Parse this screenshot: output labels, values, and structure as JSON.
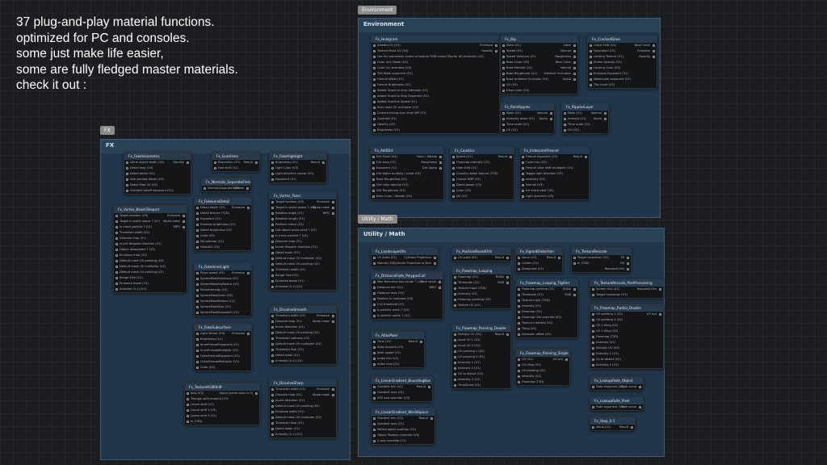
{
  "intro": [
    "37 plug-and-play material functions.",
    "optimized for PC and consoles.",
    "some just make life easier,",
    "some are fully fledged master materials.",
    "check it out :"
  ],
  "tags": {
    "environment": "Environment",
    "fx": "FX",
    "utility": "Utility / Math"
  },
  "comments": {
    "environment": "Environment",
    "fx": "FX",
    "utility": "Utility / Math"
  },
  "nodes": [
    {
      "title": "Fx_Hologram",
      "inputs": [
        "Albedo(V3) (V3)",
        "Texture Mask UV (V4)",
        "Use Inv parameter colors or texture RGB colors (Tag for all channels) (V1)",
        "Color (Inv) Mask (V3)",
        "Color Inv seamless (V4)",
        "Tint Mask exponent (V1)",
        "Fresnel offset (V1)",
        "Fresnel Brightness (V1)",
        "Added Scanline Strip Intensity (V1)",
        "Added Scanline Strip Exponent (V1)",
        "Added Scanline Speed (V1)",
        "Scan lines UV multiplier (V2)",
        "Camera facing scan from WP (V1)",
        "Contrast (V1)",
        "Opacity (V1)",
        "Brightness (V1)"
      ],
      "outputs": [
        "Emissive",
        "Opacity"
      ]
    },
    {
      "title": "Fx_Dip",
      "inputs": [
        "Mask (V1)",
        "Speed (V1)",
        "Speed Variance (V1)",
        "Base Color (V3)",
        "Base Metallic (V1)",
        "Base Roughness (V1)",
        "Base Ambient Occlusion (V1)",
        "UV (V2)",
        "Drips color (V3)"
      ],
      "outputs": [
        "Color",
        "Normal",
        "Roughness",
        "Base Color",
        "Normal",
        "Ambient Occlusion",
        "Alpha"
      ]
    },
    {
      "title": "Fx_CrackedGlass",
      "inputs": [
        "Crack Shift (V1)",
        "Saturation (V1)",
        "Lensing Texture (V1)",
        "Sheen Opacity (V1)",
        "Lensing Color (V3)",
        "Emissive Exponent (V1)",
        "Watercolor exponent (V1)",
        "Tile count (V2)"
      ],
      "outputs": [
        "Base Color",
        "Emissive",
        "Opacity"
      ]
    },
    {
      "title": "Fx_RainRipples",
      "inputs": [
        "Mask (V1)",
        "Intensity Scale (V1)",
        "Time scale (V1)",
        "UV (V2)"
      ],
      "outputs": [
        "Normal",
        "Alpha"
      ]
    },
    {
      "title": "Fx_RipplesLayer",
      "inputs": [
        "Mask (V1)",
        "Amount (V1)",
        "Time scale (V1)",
        "UV (V2)"
      ],
      "outputs": [
        "Normal",
        "Alpha"
      ]
    },
    {
      "title": "Fx_AddDirt",
      "inputs": [
        "Dirt Color (V3)",
        "Dirt map (V1)",
        "Exponent (V1)",
        "Dirt alpha multiply / mask (V1)",
        "Base Roughness (V1)",
        "Dirt color opacity (V1)",
        "Dirt Roughness (V1)",
        "Base Color / Albedo (V3)"
      ],
      "outputs": [
        "Color / Albedo",
        "Roughness",
        "Dirt Alpha"
      ]
    },
    {
      "title": "Fx_Caustics",
      "inputs": [
        "Speed (V1)",
        "Flowmap intensity (V1)",
        "Hide shift (V1)",
        "Caustics detail texture (T2D)",
        "Output HDR (V1)",
        "Detail power (V1)",
        "Color (V3)",
        "UV (V2)"
      ],
      "outputs": [
        "Result"
      ]
    },
    {
      "title": "Fx_IridescentFresnel",
      "inputs": [
        "Fresnel exponent (V1)",
        "Color hue (V1)",
        "Fresnel color shift multiplier (V1)",
        "Toggle light direction (V1)",
        "Intensity (V1)",
        "Normal (V3)",
        "Iris extra color (V3)",
        "Light direction (V3)"
      ],
      "outputs": [
        "Result"
      ]
    },
    {
      "title": "Fx_FakeVolumetric",
      "inputs": [
        "Value object depth (V1)",
        "Detail map (V3)",
        "Detail depth (V1)",
        "Add window detail (V2)",
        "Detail Map UV (V2)",
        "Gradient falloff exponent (V1)"
      ],
      "outputs": [
        "Density"
      ]
    },
    {
      "title": "Fx_Scanlines",
      "inputs": [
        "Resolution (V1)",
        "Hue shift (V1)"
      ],
      "outputs": [
        "Result"
      ]
    },
    {
      "title": "Fx_Normals_SeparateFresnel",
      "inputs": [
        "Normal(Separate) (V3)"
      ],
      "outputs": [
        "Normal"
      ]
    },
    {
      "title": "Fx_FakeHighlight",
      "inputs": [
        "Brightness (V1)",
        "Light Color (V3)",
        "Light direction vector (V3)",
        "Exponent (V1)"
      ],
      "outputs": [
        "Result"
      ]
    },
    {
      "title": "Fx_Vortex_BeamTeleport",
      "inputs": [
        "Target location (V3)",
        "Target in world space ? (V1)",
        "Is mesh particle ? (V1)",
        "Threshold width (V1)",
        "Dissolve map (V1)",
        "Invert dissolve direction (V1)",
        "Object disappears ? (V1)",
        "Emission map (V3)",
        "Default mask UV painting (V2)",
        "Default mask UV multiplier (V2)",
        "Default mask UV painting (V2)",
        "Range Size (V1)",
        "Emissive boost (V1)",
        "Animate (0-1) (V1)"
      ],
      "outputs": [
        "Emissive",
        "Alpha mask",
        "WPO"
      ]
    },
    {
      "title": "Fx_FakeLensDetail",
      "inputs": [
        "Detail depth (V1)",
        "Detail texture (T2D)",
        "Exponent (V1)",
        "Submap brightness (V1)",
        "Detail brightness (V1)",
        "Color (V3)",
        "No submap (V1)",
        "DetailUV (V2)"
      ],
      "outputs": [
        "Emissive"
      ]
    },
    {
      "title": "Fx_Vortex_Tears",
      "inputs": [
        "Target location (V3)",
        "Target in world space ? (V1)",
        "Rotation angle (V1)",
        "Rotation length (V1)",
        "Position radius (V1)",
        "Use object pivot point ? (V1)",
        "Is mesh particle ? (V1)",
        "Dissolve map (V1)",
        "Invert dissolve direction (V1)",
        "Detail mask (V1)",
        "Default mask UV multiplier (V2)",
        "Default mask UV painting (V2)",
        "Threshold width (V1)",
        "Range Size (V1)",
        "Emissive boost (V1)",
        "Animate (0-1) (V1)"
      ],
      "outputs": [
        "Emissive",
        "Alpha mask",
        "WPO"
      ]
    },
    {
      "title": "Fx_FakeInnerLight",
      "inputs": [
        "Pulse speed (V1)",
        "SphereMaskHardness (V1)",
        "SphereMaskingRadius (V1)",
        "PulseIntensity (V1)",
        "SphereMaskColor (V3)",
        "SphereMaskRadius (V1)",
        "SphereMaskSize (V1)",
        "SphereMaskExponent (V1)"
      ],
      "outputs": [
        "Emissive"
      ]
    },
    {
      "title": "Fx_DissolveSmooth",
      "inputs": [
        "Threshold width (V1)",
        "Dissolve map (V1)",
        "Invert direction (V1)",
        "Default mask UV painting (V2)",
        "Threshold softness (V1)",
        "Default mask UV multiplier (V2)",
        "Threshold Size (V1)",
        "Detail mask (V1)",
        "Animate (0-1) (V1)"
      ],
      "outputs": [
        "Emissive",
        "Alpha mask"
      ]
    },
    {
      "title": "Fx_FakeSubsurface",
      "inputs": [
        "Light Vector (V3)",
        "Brightness (V1)",
        "InnerFresnelExponent (V1)",
        "InnerFresnelMultiplier (V1)",
        "OuterFresnelExponent (V1)",
        "OuterFresnelMultiplier (V1)",
        "Color (V3)"
      ],
      "outputs": [
        "Emissive"
      ]
    },
    {
      "title": "Fx_DissolveSharp",
      "inputs": [
        "Threshold width (V1)",
        "Dissolve map (V1)",
        "Invert direction (V1)",
        "Default mask UV painting (V2)",
        "Emissive width (V1)",
        "Default mask UV multiplier (V2)",
        "Threshold Size (V1)",
        "Detail mask (V1)",
        "Animate (0-1) (V1)"
      ],
      "outputs": [
        "Emissive",
        "Alpha mask"
      ]
    },
    {
      "title": "Fx_TextureRGBShift",
      "inputs": [
        "Axis (V2)",
        "Triangle shift amount (V1)",
        "Linear shift (V1)",
        "Linear shift X (V1)",
        "Linear shift Y (V1)",
        "In (T2D)"
      ],
      "outputs": [
        "Alpha (some color is 0)"
      ]
    },
    {
      "title": "Fx_LandscapeUVs",
      "inputs": [
        "UV scale (V1)",
        "Normal (V3)"
      ],
      "outputs": [
        "Cylinder Projection",
        "Cylinder Projection w Nrm"
      ]
    },
    {
      "title": "Fx_PositionBasedUVs",
      "inputs": [
        "UV scale (V1)"
      ],
      "outputs": [
        "Result"
      ]
    },
    {
      "title": "Fx_SignedDistortion",
      "inputs": [
        "Value (V1)",
        "Center (V1)",
        "Steepness (V1)"
      ],
      "outputs": [
        "Result"
      ]
    },
    {
      "title": "Fx_TextureRescale",
      "inputs": [
        "Target resolution (V1)",
        "In (T2D)"
      ],
      "outputs": [
        "Fit",
        "Fill",
        "Rescaled UVs"
      ]
    },
    {
      "title": "Fx_DistanceFade_PolygonCull",
      "inputs": [
        "Max Rounding box center ? (V1)",
        "Distance min (V1)",
        "Distance max (V1)",
        "Position to compare (V3)",
        "Cull threshold (V1)",
        "Is particle mesh ? (V1)",
        "Is particle sprite ? (V1)"
      ],
      "outputs": [
        "Fade value",
        "WPO"
      ]
    },
    {
      "title": "Fx_Flowmap_Looping",
      "inputs": [
        "Flowmap (V2)",
        "Timescale (V1)",
        "Texture Input (T2D)",
        "Intensity (V1)",
        "Flowmap painting (V2)",
        "Texture UV (V2)"
      ],
      "outputs": [
        "RGBA",
        "RGB"
      ]
    },
    {
      "title": "Fx_Flowmap_Looping_Tighter",
      "inputs": [
        "Flowmap painting (V2)",
        "Timescale (V1)",
        "Texture Input (T2D)",
        "Intensity (V1)",
        "Flowmap (V2)",
        "Flowmap UVs override (V2)",
        "Texture intensity (V1)",
        "Tiling (V1)",
        "Gaussian offset (V1)"
      ],
      "outputs": [
        "RGBA",
        "RGB"
      ]
    },
    {
      "title": "Fx_TextureRescale_PostProcessing",
      "inputs": [
        "Screen UVs (V2)",
        "Target resolution (V1)"
      ],
      "outputs": [
        "Rescaled UVs"
      ]
    },
    {
      "title": "Fx_AtlasPixel",
      "inputs": [
        "Time (V1)",
        "Atlas amount (V1)",
        "Jitter speed (V1)",
        "Index min (V1)",
        "Index max (V1)"
      ],
      "outputs": [
        "Result"
      ]
    },
    {
      "title": "Fx_Flowmap_Panning_Double",
      "inputs": [
        "Multiply UV (V2)",
        "Input UV 1 (V2)",
        "Input UV 2 (V2)",
        "UV panning 1 (V2)",
        "UV panning 2 (V2)",
        "Intensity 1 (V1)",
        "Intensity 2 (V1)",
        "UV to distort (V2)",
        "Intensity 2 (V1)",
        "Time/Scale (V1)"
      ],
      "outputs": [
        "Result"
      ]
    },
    {
      "title": "Fx_Flowmap_Radial_Double",
      "inputs": [
        "UV painting 1 (V2)",
        "UV painting 2 (V2)",
        "UV 1 tiling (V2)",
        "UV 2 tiling (V2)",
        "Flowmap (T2D)",
        "Intensity (V1)",
        "Multiply UV (V2)",
        "Intensity 1 (V1)",
        "Uv to distort (V2)",
        "Intensity 2 (V1)"
      ],
      "outputs": [
        "UV out"
      ]
    },
    {
      "title": "Fx_Flowmap_Panning_Single",
      "inputs": [
        "UV (V2)",
        "UV tiling (V2)",
        "UV painting (V2)",
        "Intensity (V1)",
        "Flowmap (T2D)"
      ],
      "outputs": [
        "UV out"
      ]
    },
    {
      "title": "Fx_LinearGradient_BoundingBox",
      "inputs": [
        "Gradient min (V1)",
        "Gradient max (V1)",
        "XYZ axis override (V3)"
      ],
      "outputs": [
        "Result"
      ]
    },
    {
      "title": "Fx_LookupFade_Object",
      "inputs": [
        "Fade exponent (V1)"
      ],
      "outputs": [
        "Fade value"
      ]
    },
    {
      "title": "Fx_LookupFade_Pixel",
      "inputs": [
        "Fade exponent (V1)"
      ],
      "outputs": [
        "Fade value"
      ]
    },
    {
      "title": "Fx_LinearGradient_WorldSpace",
      "inputs": [
        "Gradient min (V1)",
        "Gradient max (V1)",
        "Pallets object position (V1)",
        "Object Position Override (V3)",
        "Z-axis override (V1)"
      ],
      "outputs": [
        "Result"
      ]
    },
    {
      "title": "Fx_Step_0-1",
      "inputs": [
        "Value (V1)"
      ],
      "outputs": [
        "Result"
      ]
    }
  ]
}
